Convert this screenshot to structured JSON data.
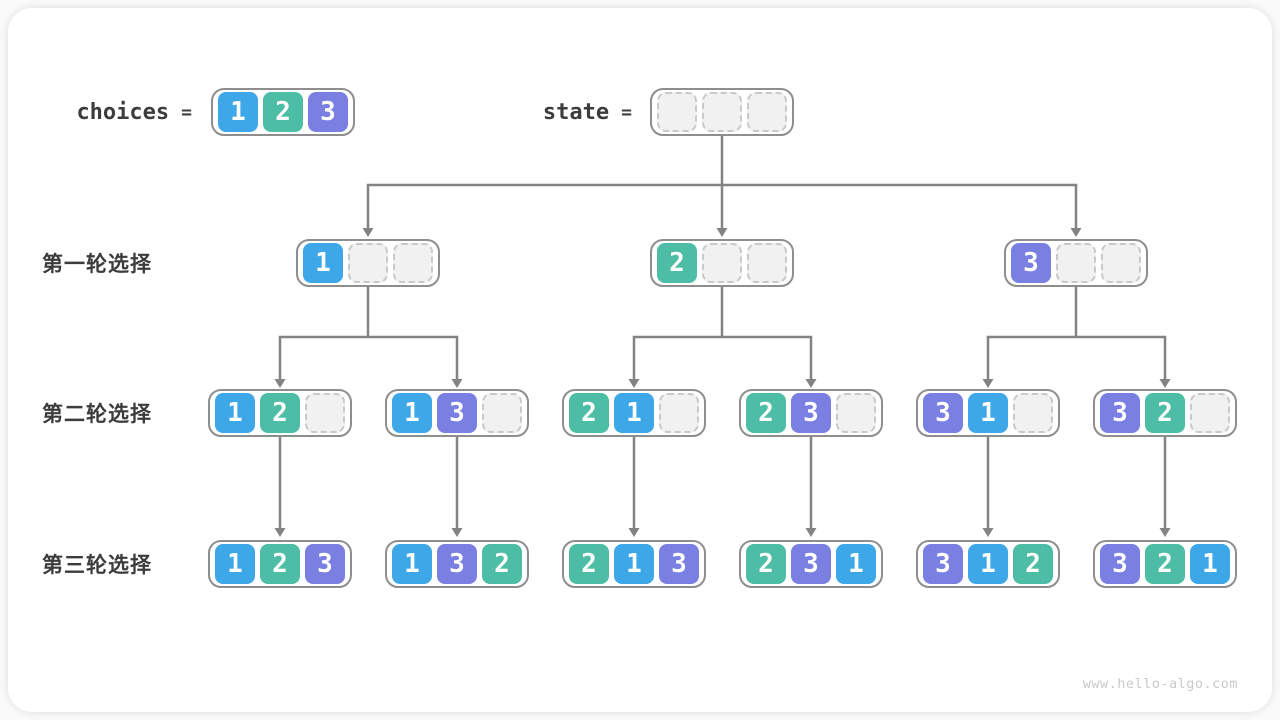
{
  "palette": {
    "1": "#3ea7e8",
    "2": "#4ebda5",
    "3": "#7a7fe2"
  },
  "line_color": "#838383",
  "border_color": "#8e8e8e",
  "header": {
    "choices": {
      "label": "choices",
      "equals": "=",
      "values": [
        1,
        2,
        3
      ]
    },
    "state": {
      "label": "state",
      "equals": "=",
      "values": [
        null,
        null,
        null
      ]
    }
  },
  "rows": [
    {
      "label": "第一轮选择",
      "nodes": [
        [
          1,
          null,
          null
        ],
        [
          2,
          null,
          null
        ],
        [
          3,
          null,
          null
        ]
      ]
    },
    {
      "label": "第二轮选择",
      "nodes": [
        [
          1,
          2,
          null
        ],
        [
          1,
          3,
          null
        ],
        [
          2,
          1,
          null
        ],
        [
          2,
          3,
          null
        ],
        [
          3,
          1,
          null
        ],
        [
          3,
          2,
          null
        ]
      ]
    },
    {
      "label": "第三轮选择",
      "nodes": [
        [
          1,
          2,
          3
        ],
        [
          1,
          3,
          2
        ],
        [
          2,
          1,
          3
        ],
        [
          2,
          3,
          1
        ],
        [
          3,
          1,
          2
        ],
        [
          3,
          2,
          1
        ]
      ]
    }
  ],
  "watermark": "www.hello-algo.com"
}
